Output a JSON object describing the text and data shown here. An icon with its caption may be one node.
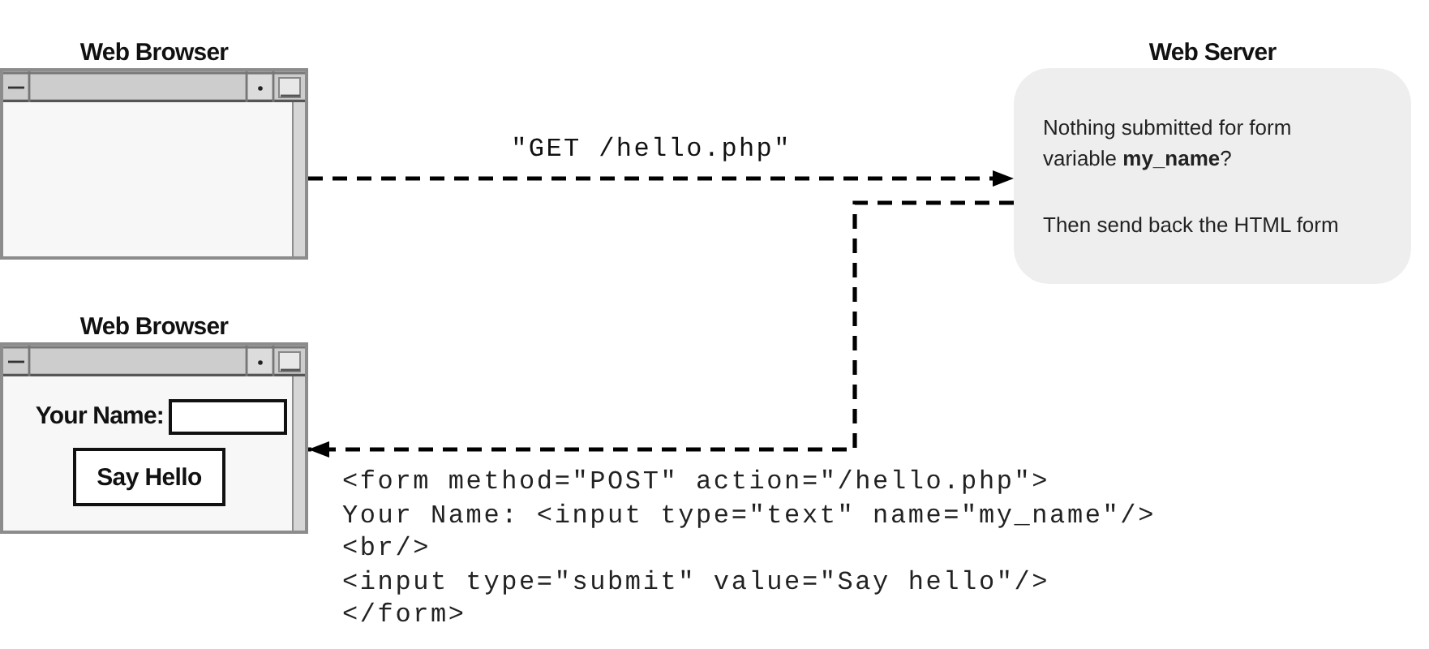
{
  "diagram": {
    "nodes": [
      {
        "text": [
          "Web Browser"
        ]
      },
      {
        "text": [
          "Web Server",
          "Nothing submitted for form variable **my_name**?",
          "Then send back the HTML form"
        ]
      },
      {
        "text": [
          "Web Browser"
        ]
      },
      {
        "text": [],
        "shape": "box",
        "in": 2,
        "beside": [
          "Your Name:"
        ]
      },
      {
        "text": [
          "Say Hello"
        ],
        "in": 2
      }
    ],
    "edges": [
      {
        "from": 0,
        "to": 1,
        "arrow": "to",
        "label": "\"GET /hello.php\"",
        "style": "dashed"
      },
      {
        "from": 1,
        "to": 2,
        "arrow": "to",
        "style": "dashed"
      }
    ],
    "labels": [
      "<form method=\"POST\" action=\"/hello.php\">",
      "Your Name: <input type=\"text\" name=\"my_name\"/>",
      "<br/>",
      "<input type=\"submit\" value=\"Say hello\"/>",
      "</form>"
    ]
  }
}
